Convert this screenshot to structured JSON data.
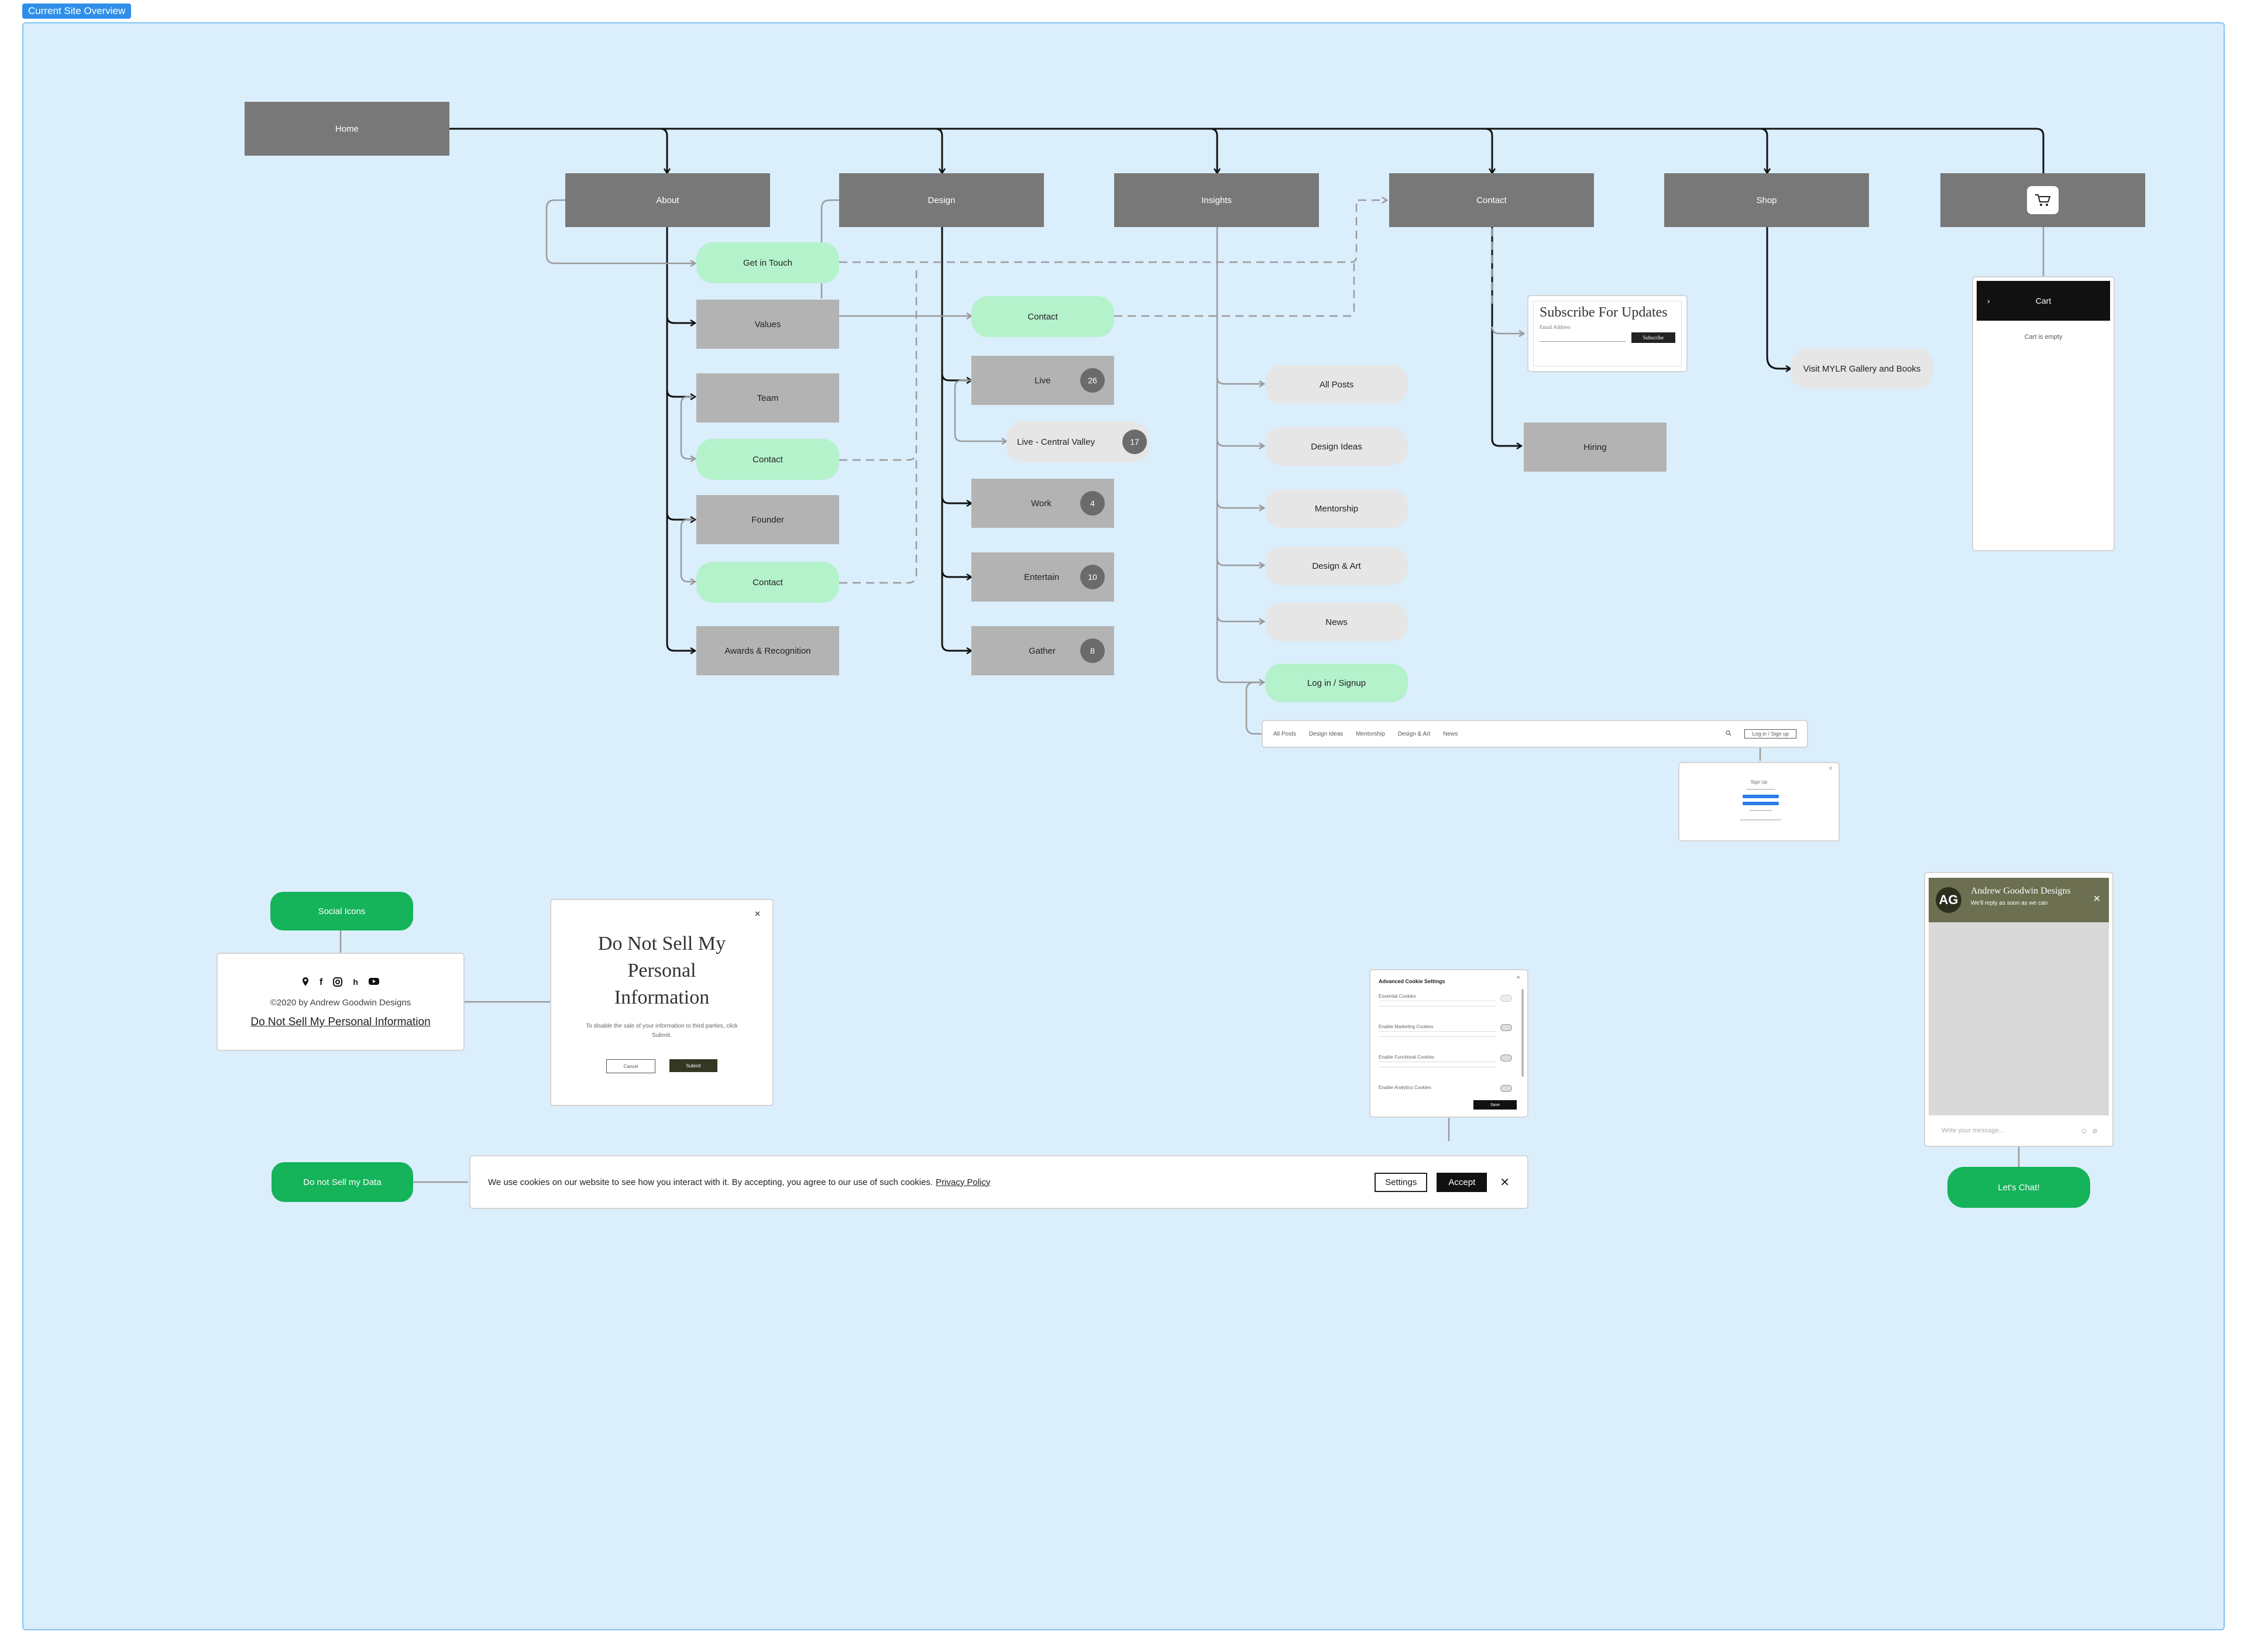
{
  "frame_label": "Current Site Overview",
  "nodes": {
    "home": "Home",
    "about": "About",
    "design": "Design",
    "insights": "Insights",
    "contact": "Contact",
    "shop": "Shop",
    "cart_icon": "cart-icon",
    "get_in_touch": "Get in Touch",
    "values": "Values",
    "team": "Team",
    "contact_team": "Contact",
    "founder": "Founder",
    "contact_founder": "Contact",
    "awards": "Awards & Recognition",
    "design_contact": "Contact",
    "live": "Live",
    "live_count": "26",
    "live_cv": "Live - Central Valley",
    "live_cv_count": "17",
    "work": "Work",
    "work_count": "4",
    "entertain": "Entertain",
    "entertain_count": "10",
    "gather": "Gather",
    "gather_count": "8",
    "all_posts": "All Posts",
    "design_ideas": "Design Ideas",
    "mentorship": "Mentorship",
    "design_art": "Design & Art",
    "news": "News",
    "login_signup": "Log in / Signup",
    "hiring": "Hiring",
    "visit_mylr": "Visit MYLR Gallery and Books"
  },
  "subscribe": {
    "title": "Subscribe For Updates",
    "email_label": "Email Address",
    "button": "Subscribe"
  },
  "cart_panel": {
    "title": "Cart",
    "empty": "Cart is empty"
  },
  "blog_nav": {
    "items": [
      "All Posts",
      "Design Ideas",
      "Mentorship",
      "Design & Art",
      "News"
    ],
    "login": "Log in / Sign up"
  },
  "signup_popup": {
    "title": "Sign Up"
  },
  "social": {
    "label": "Social Icons",
    "icons": [
      "location-icon",
      "facebook-icon",
      "instagram-icon",
      "houzz-icon",
      "youtube-icon"
    ],
    "copyright": "©2020 by Andrew Goodwin Designs",
    "dnsmpi_link": "Do Not Sell My Personal Information"
  },
  "dns_modal": {
    "title": "Do Not Sell My Personal Information",
    "body": "To disable the sale of your information to third parties, click Submit.",
    "cancel": "Cancel",
    "submit": "Submit"
  },
  "cookie_settings": {
    "title": "Advanced Cookie Settings",
    "rows": [
      "Essential Cookies",
      "Enable Marketing Cookies",
      "Enable Functional Cookies",
      "Enable Analytics Cookies"
    ],
    "save": "Save"
  },
  "cookie_banner": {
    "label": "Do not Sell my Data",
    "text": "We use cookies on our website to see how you interact with it. By accepting, you agree to our use of such cookies.",
    "policy": "Privacy Policy",
    "settings": "Settings",
    "accept": "Accept"
  },
  "chat": {
    "brand": "Andrew Goodwin Designs",
    "sub": "We'll reply as soon as we can",
    "placeholder": "Write your message...",
    "button": "Let's Chat!"
  },
  "colors": {
    "canvas": "#dbeefc",
    "dark_node": "#787878",
    "light_node": "#b3b3b3",
    "green_node": "#b4f2cc",
    "cta_green": "#15b35a",
    "frame_tab": "#2f8fe8"
  }
}
